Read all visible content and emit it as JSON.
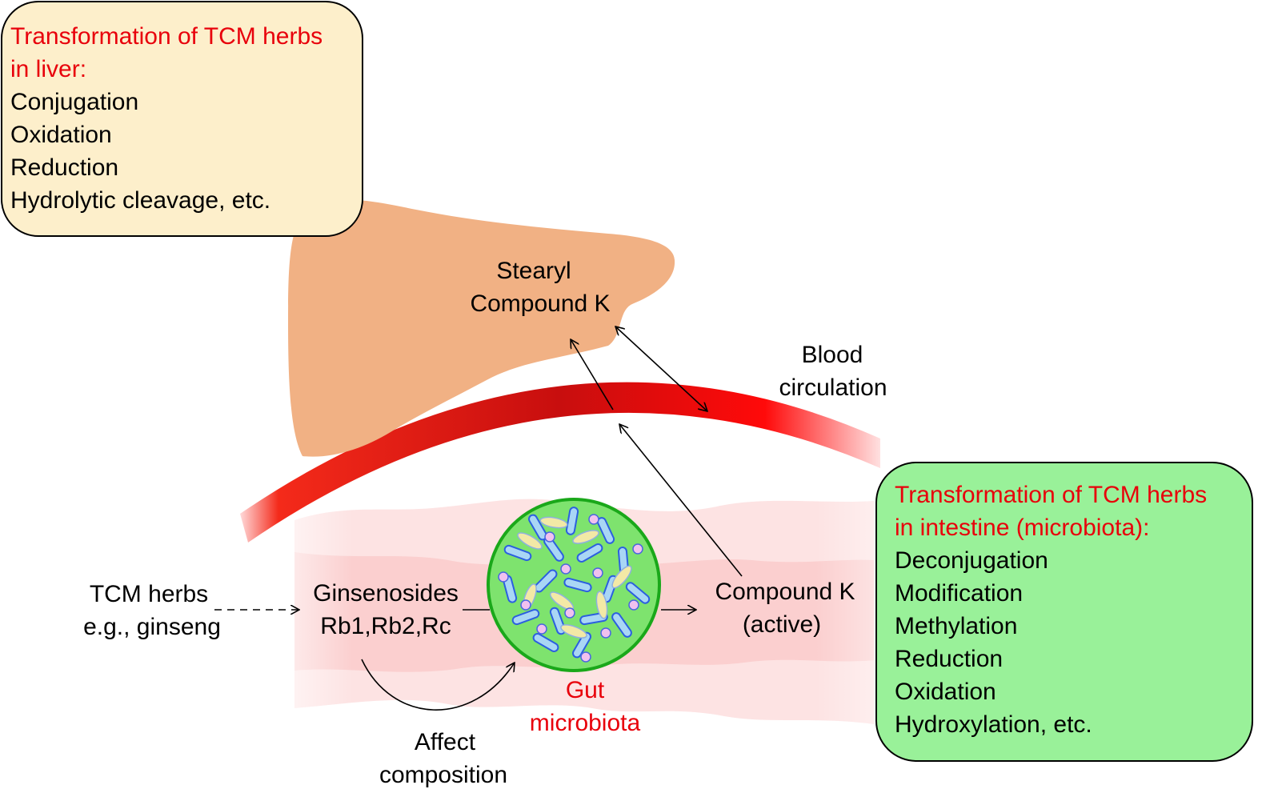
{
  "liver_box": {
    "title_line1": "Transformation of TCM herbs",
    "title_line2": "in liver:",
    "items": [
      "Conjugation",
      "Oxidation",
      "Reduction",
      "Hydrolytic cleavage, etc."
    ]
  },
  "intestine_box": {
    "title_line1": "Transformation of TCM herbs",
    "title_line2": "in intestine (microbiota):",
    "items": [
      "Deconjugation",
      "Modification",
      "Methylation",
      "Reduction",
      "Oxidation",
      "Hydroxylation, etc."
    ]
  },
  "liver": {
    "line1": "Stearyl",
    "line2": "Compound K"
  },
  "blood": {
    "line1": "Blood",
    "line2": "circulation"
  },
  "herbs": {
    "line1": "TCM herbs",
    "line2": "e.g., ginseng"
  },
  "ginsenosides": {
    "line1": "Ginsenosides",
    "line2": "Rb1,Rb2,Rc"
  },
  "compound_k": {
    "line1": "Compound K",
    "line2": "(active)"
  },
  "microbiota": {
    "line1": "Gut",
    "line2": "microbiota"
  },
  "affect": {
    "line1": "Affect",
    "line2": "composition"
  },
  "colors": {
    "liver_box_fill": "#fdefcb",
    "intestine_box_fill": "#99f199",
    "liver_fill": "#f1b184",
    "blood_red": "#e8000b",
    "highlight_text": "#e8000b",
    "intestine_pink": "#fbd3d3",
    "microbiota_fill": "#7ee36e",
    "microbiota_border": "#1aa81a"
  }
}
